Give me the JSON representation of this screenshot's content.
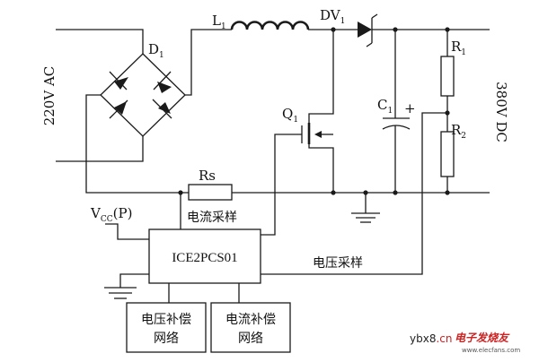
{
  "labels": {
    "ac_input": "220V AC",
    "dc_output": "380V DC",
    "bridge_base": "D",
    "bridge_sub": "1",
    "inductor_base": "L",
    "inductor_sub": "1",
    "diode_base": "DV",
    "diode_sub": "1",
    "resistor_r1_base": "R",
    "resistor_r1_sub": "1",
    "resistor_r2_base": "R",
    "resistor_r2_sub": "2",
    "capacitor_base": "C",
    "capacitor_sub": "1",
    "capacitor_polarity": "+",
    "mosfet_base": "Q",
    "mosfet_sub": "1",
    "sense_resistor": "Rs",
    "vcc_base": "V",
    "vcc_sub": "CC",
    "vcc_suffix": "(P)",
    "current_sampling": "电流采样",
    "voltage_sampling": "电压采样",
    "controller": "ICE2PCS01"
  },
  "blocks": {
    "voltage_comp_line1": "电压补偿",
    "voltage_comp_line2": "网络",
    "current_comp_line1": "电流补偿",
    "current_comp_line2": "网络"
  },
  "watermark": {
    "left": "ybx8",
    "mid": ".cn",
    "right": "电子发烧友",
    "url": "www.elecfans.com",
    "colors": {
      "left": "#222222",
      "mid": "#cc2222",
      "right": "#cc2222"
    }
  }
}
